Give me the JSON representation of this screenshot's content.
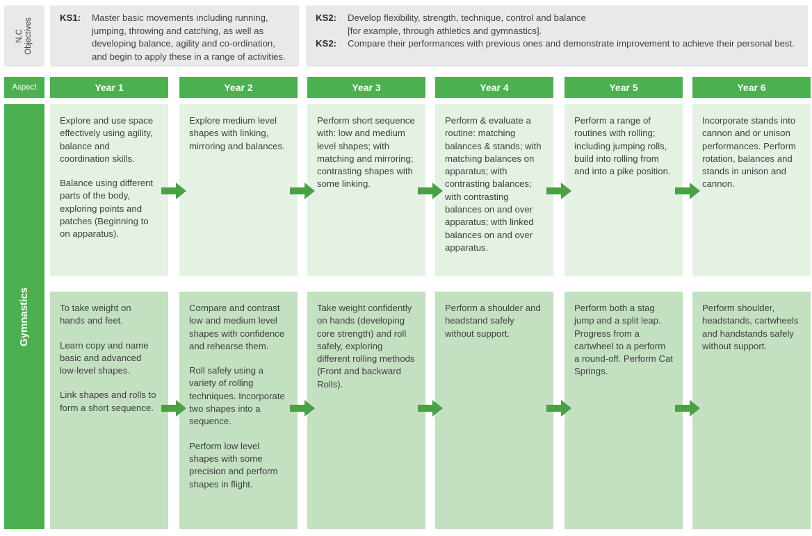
{
  "nc_objectives": {
    "label_line1": "N.C",
    "label_line2": "Objectives",
    "ks1": {
      "tag": "KS1:",
      "text": "Master basic movements including running, jumping, throwing and catching, as well as developing balance, agility and co-ordination, and begin to apply these in a range of activities."
    },
    "ks2_a": {
      "tag": "KS2:",
      "line1": "Develop flexibility, strength, technique, control and balance",
      "line2": "[for example, through athletics and gymnastics]."
    },
    "ks2_b": {
      "tag": "KS2:",
      "text": "Compare their performances with previous ones and demonstrate improvement to achieve their personal best."
    }
  },
  "header": {
    "aspect_label": "Aspect",
    "years": [
      "Year 1",
      "Year 2",
      "Year 3",
      "Year 4",
      "Year 5",
      "Year 6"
    ]
  },
  "aspect": {
    "name": "Gymnastics"
  },
  "rows": [
    {
      "row_id": "row-1",
      "cells": [
        {
          "year": "Year 1",
          "paragraphs": [
            "Explore and use space effectively using agility, balance and coordination skills.",
            "Balance using different parts of the body, exploring points and patches (Beginning to on apparatus)."
          ]
        },
        {
          "year": "Year 2",
          "paragraphs": [
            "Explore medium level shapes with linking, mirroring and balances."
          ]
        },
        {
          "year": "Year 3",
          "paragraphs": [
            "Perform short sequence with: low and medium level shapes; with matching and mirroring; contrasting shapes with some linking."
          ]
        },
        {
          "year": "Year 4",
          "paragraphs": [
            "Perform & evaluate a routine: matching balances & stands; with matching balances on apparatus; with contrasting balances; with contrasting balances on and over apparatus; with linked balances on and over apparatus."
          ]
        },
        {
          "year": "Year 5",
          "paragraphs": [
            "Perform a range of routines with rolling; including jumping rolls, build into rolling from and into a pike position."
          ]
        },
        {
          "year": "Year 6",
          "paragraphs": [
            "Incorporate stands into cannon and or unison performances. Perform rotation, balances and stands in unison and cannon."
          ]
        }
      ]
    },
    {
      "row_id": "row-2",
      "cells": [
        {
          "year": "Year 1",
          "paragraphs": [
            "To take weight on hands and feet.",
            "Learn copy and name basic and advanced low-level shapes.",
            "Link shapes and rolls to form a short sequence."
          ]
        },
        {
          "year": "Year 2",
          "paragraphs": [
            "Compare and contrast low and medium level shapes with confidence and rehearse them.",
            "Roll safely using a variety of rolling techniques. Incorporate two shapes into a sequence.",
            "Perform low level shapes with some precision and perform shapes in flight."
          ]
        },
        {
          "year": "Year 3",
          "paragraphs": [
            "Take weight confidently on hands (developing core strength) and roll safely, exploring different rolling methods (Front and backward Rolls)."
          ]
        },
        {
          "year": "Year 4",
          "paragraphs": [
            "Perform a shoulder and headstand safely without support."
          ]
        },
        {
          "year": "Year 5",
          "paragraphs": [
            "Perform both a stag jump and a split leap. Progress from a cartwheel to a perform a round-off. Perform Cat Springs."
          ]
        },
        {
          "year": "Year 6",
          "paragraphs": [
            "Perform shoulder, headstands, cartwheels and handstands safely without support."
          ]
        }
      ]
    }
  ],
  "colors": {
    "header_green": "#4caf50",
    "arrow_green": "#4a9f47",
    "row1_cell": "#e4f1e3",
    "row2_cell": "#c3e0c1",
    "objective_grey": "#e9e9e9",
    "text": "#3f3f3f"
  },
  "icons": {
    "progression_arrow": "arrow-right-icon"
  }
}
